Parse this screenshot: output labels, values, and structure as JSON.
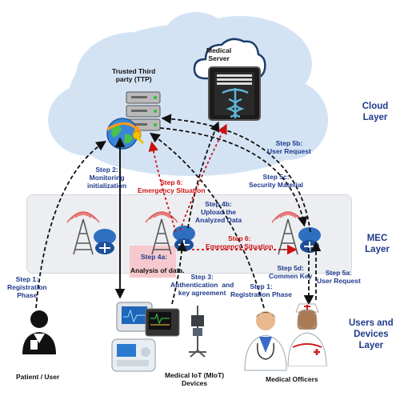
{
  "layers": {
    "cloud": "Cloud Layer",
    "mec": "MEC Layer",
    "users": "Users and\nDevices\nLayer"
  },
  "nodes": {
    "ttp": "Trusted Third\nparty (TTP)",
    "medical_server": "Medical\nServer",
    "patient": "Patient / User",
    "miot": "Medical IoT (MIoT)\nDevices",
    "officers": "Medical Officers"
  },
  "steps": {
    "step1_left": "Step 1:\nRegistration\nPhase",
    "step1_right": "Step 1:\nRegistration Phase",
    "step2": "Step 2:\nMonitoring\ninitialization",
    "step3": "Step 3:\nAuthentication  and\nkey agreement",
    "step4a": "Step 4a:",
    "step4a_desc": "Analysis of data.",
    "step4b": "Step 4b:\nUpload the\nAnalyzed Data",
    "step5a": "Step 5a:\nUser Request",
    "step5b": "Step 5b:\nUser Request",
    "step5c": "Step 5c:\nSecurity Material",
    "step5d": "Step 5d:\nCommen Key",
    "step6_top": "Step 6:\nEmergency Situation",
    "step6_mid": "Step 6:\nEmergency Situation"
  },
  "colors": {
    "cloud_fill": "#d4e3f4",
    "mec_band": "#eceef2",
    "label_blue": "#1f3a8c",
    "emergency_red": "#cc1111",
    "highlight_pink": "#f6c9cf"
  },
  "icons": [
    "cloud-icon",
    "server-rack-icon",
    "globe-icon",
    "caduceus-icon",
    "cell-tower-icon",
    "edge-router-icon",
    "user-icon",
    "doctor-icon",
    "nurse-icon",
    "medical-monitor-icon",
    "infusion-pump-icon",
    "iv-stand-icon"
  ]
}
